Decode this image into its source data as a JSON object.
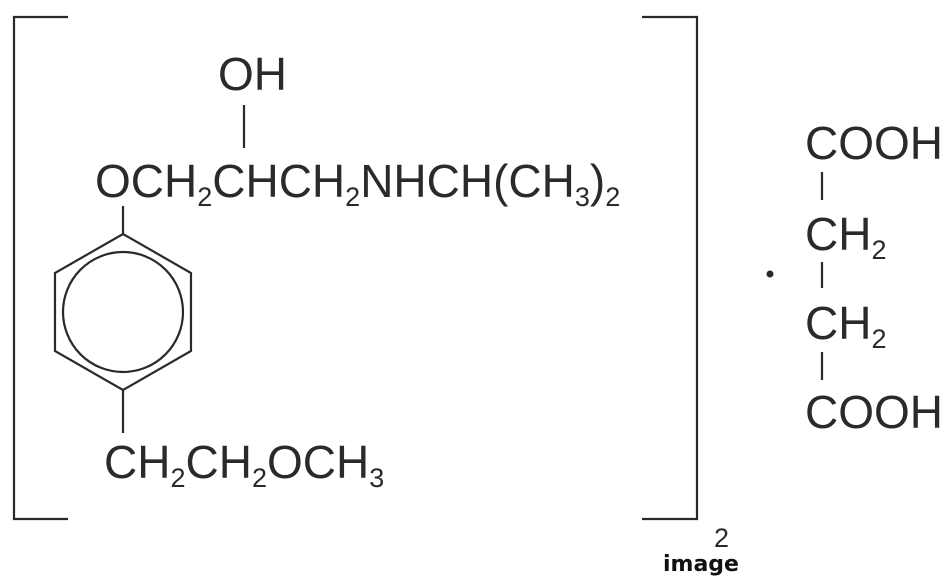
{
  "structure": {
    "hydroxyl": "OH",
    "side_chain": [
      {
        "t": "OCH"
      },
      {
        "t": "2",
        "sub": true
      },
      {
        "t": "CHCH"
      },
      {
        "t": "2",
        "sub": true
      },
      {
        "t": "NHCH(CH"
      },
      {
        "t": "3",
        "sub": true
      },
      {
        "t": ")"
      },
      {
        "t": "2",
        "sub": true
      }
    ],
    "para_chain": [
      {
        "t": "CH"
      },
      {
        "t": "2",
        "sub": true
      },
      {
        "t": "CH"
      },
      {
        "t": "2",
        "sub": true
      },
      {
        "t": "OCH"
      },
      {
        "t": "3",
        "sub": true
      }
    ],
    "bracket_multiplier": "2"
  },
  "salt": {
    "dot": "•",
    "top_group": "COOH",
    "methylene_1": [
      {
        "t": "CH"
      },
      {
        "t": "2",
        "sub": true
      }
    ],
    "methylene_2": [
      {
        "t": "CH"
      },
      {
        "t": "2",
        "sub": true
      }
    ],
    "bottom_group": "COOH"
  },
  "caption": "image"
}
